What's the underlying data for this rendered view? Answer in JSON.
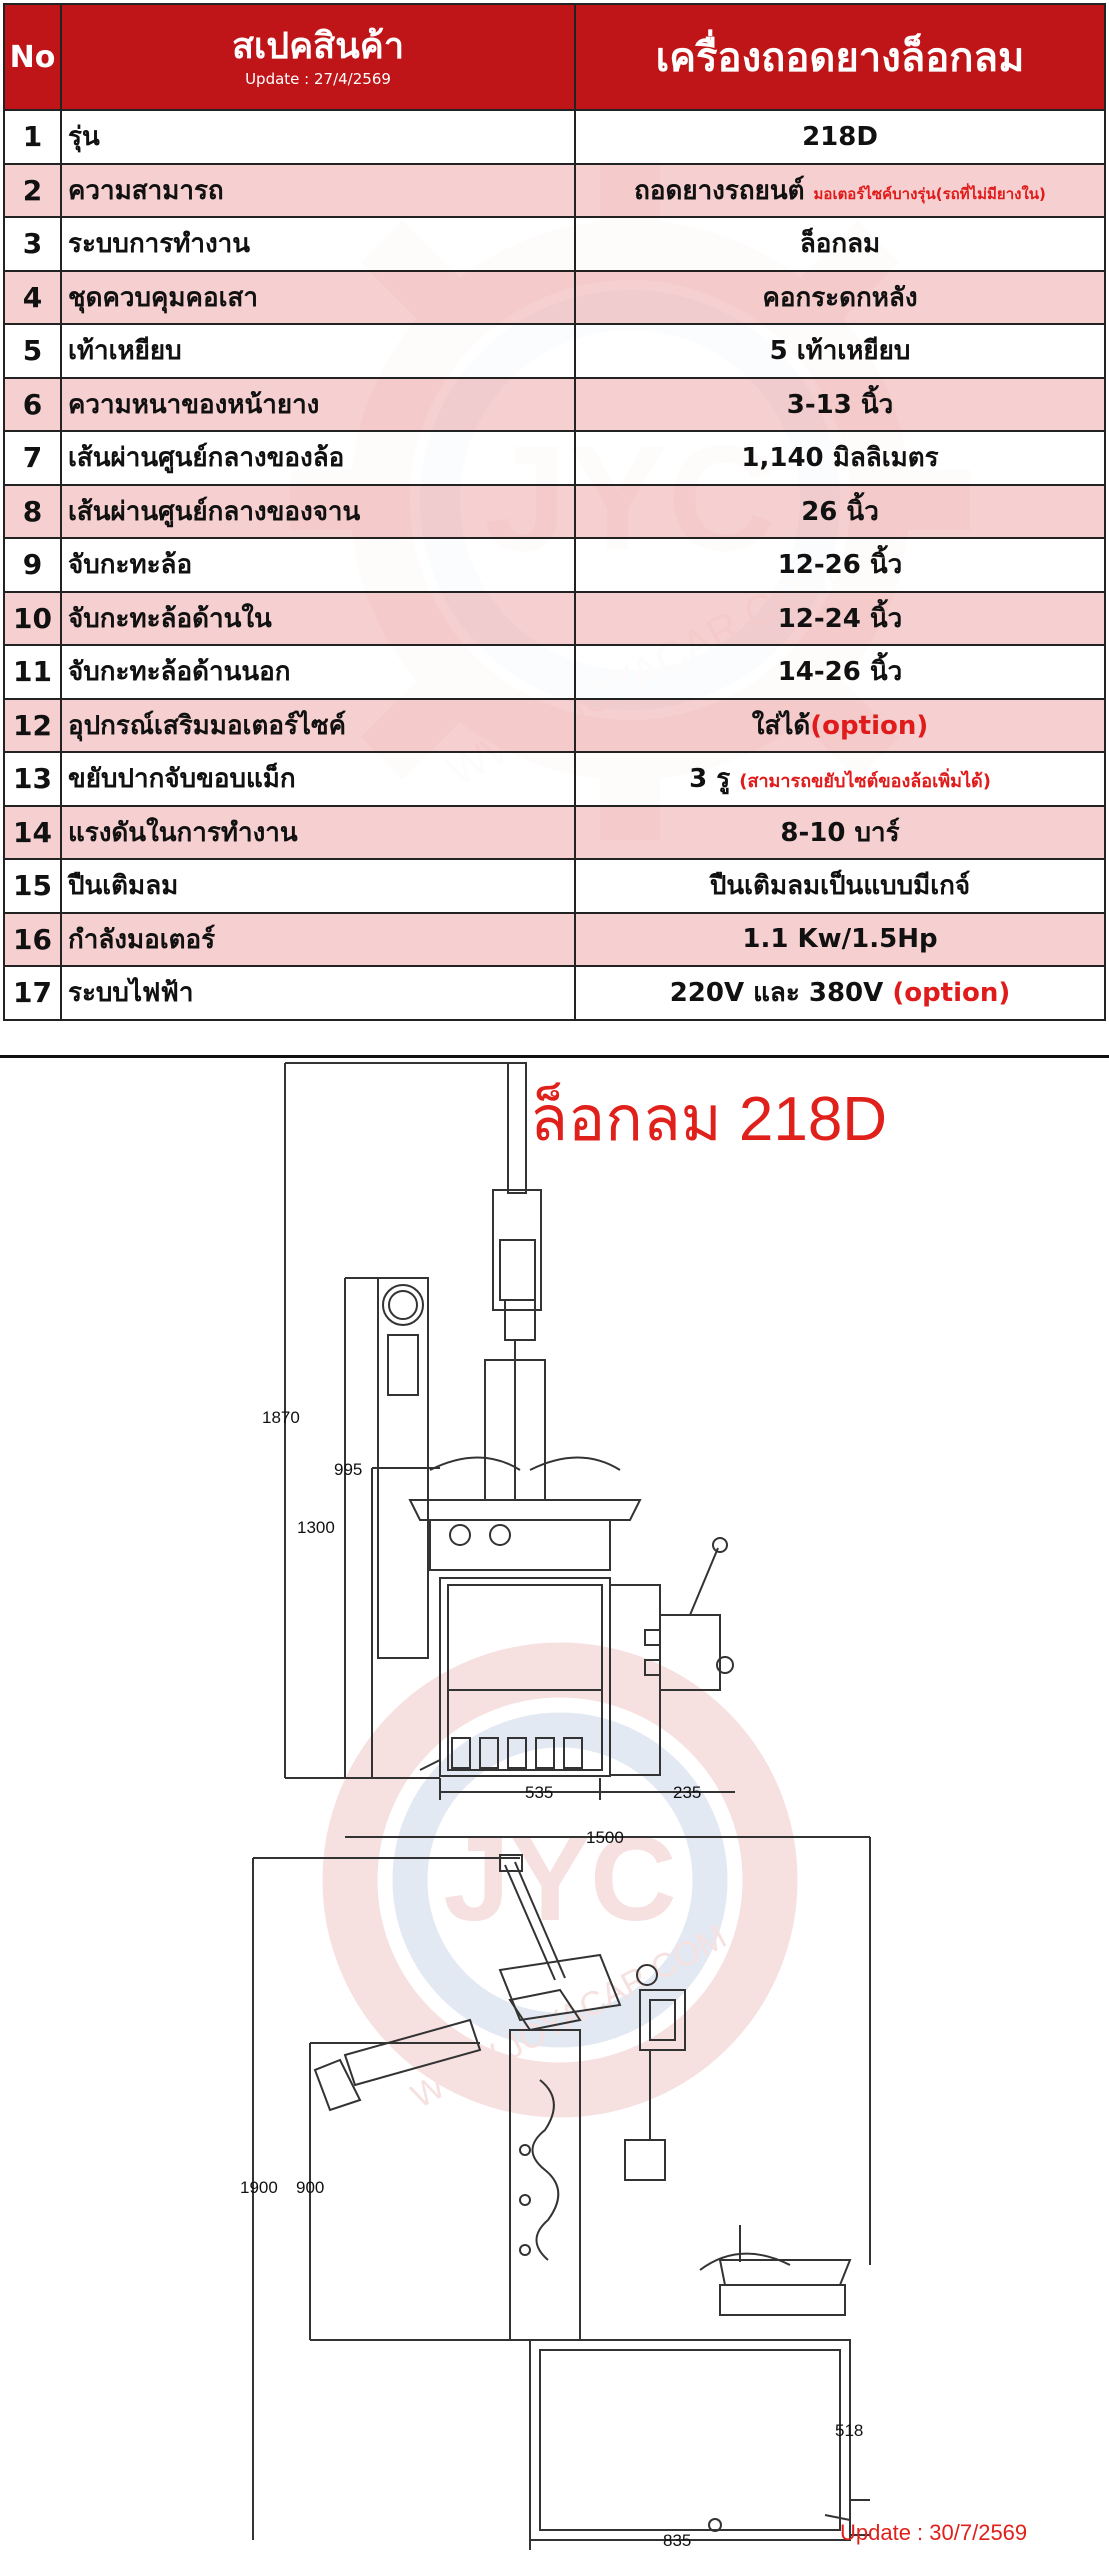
{
  "header": {
    "no_label": "No",
    "spec_title": "สเปคสินค้า",
    "update_text": "Update : 27/4/2569",
    "product_title": "เครื่องถอดยางล็อกลม"
  },
  "rows": [
    {
      "no": "1",
      "key": "รุ่น",
      "value": "218D"
    },
    {
      "no": "2",
      "key": "ความสามารถ",
      "value": "ถอดยางรถยนต์",
      "note": "มอเตอร์ไซค์บางรุ่น(รถที่ไม่มียางใน)"
    },
    {
      "no": "3",
      "key": "ระบบการทำงาน",
      "value": "ล็อกลม"
    },
    {
      "no": "4",
      "key": "ชุดควบคุมคอเสา",
      "value": "คอกระดกหลัง"
    },
    {
      "no": "5",
      "key": "เท้าเหยียบ",
      "value": "5 เท้าเหยียบ"
    },
    {
      "no": "6",
      "key": "ความหนาของหน้ายาง",
      "value": "3-13 นิ้ว"
    },
    {
      "no": "7",
      "key": "เส้นผ่านศูนย์กลางของล้อ",
      "value": "1,140 มิลลิเมตร"
    },
    {
      "no": "8",
      "key": "เส้นผ่านศูนย์กลางของจาน",
      "value": "26 นิ้ว"
    },
    {
      "no": "9",
      "key": "จับกะทะล้อ",
      "value": "12-26 นิ้ว"
    },
    {
      "no": "10",
      "key": "จับกะทะล้อด้านใน",
      "value": "12-24 นิ้ว"
    },
    {
      "no": "11",
      "key": "จับกะทะล้อด้านนอก",
      "value": "14-26 นิ้ว"
    },
    {
      "no": "12",
      "key": "อุปกรณ์เสริมมอเตอร์ไซค์",
      "value": "ใส่ได้",
      "note": "(option)"
    },
    {
      "no": "13",
      "key": "ขยับปากจับขอบแม็ก",
      "value": "3 รู",
      "note": "(สามารถขยับไซต์ของล้อเพิ่มได้)"
    },
    {
      "no": "14",
      "key": "แรงดันในการทำงาน",
      "value": "8-10 บาร์"
    },
    {
      "no": "15",
      "key": "ปืนเติมลม",
      "value": "ปืนเติมลมเป็นแบบมีเกจ์"
    },
    {
      "no": "16",
      "key": "กำลังมอเตอร์",
      "value": "1.1 Kw/1.5Hp"
    },
    {
      "no": "17",
      "key": "ระบบไฟฟ้า",
      "value": "220V และ 380V",
      "note": "(option)"
    }
  ],
  "drawing": {
    "model_title": "ล็อกลม 218D",
    "front_dims": {
      "height_total": "1870",
      "height_mid": "1300",
      "height_panel": "995",
      "base_width": "535",
      "side_offset": "235"
    },
    "side_dims": {
      "width_total": "1500",
      "height_total": "1900",
      "height_mid": "900",
      "base_height": "518",
      "base_width": "835"
    },
    "update_text": "Update : 30/7/2569"
  },
  "watermark": {
    "text": "WWW.JOYACAR.COM",
    "letters": "JYC"
  },
  "colors": {
    "header_red": "#c01518",
    "row_pink": "#f4c4c4",
    "accent_red": "#e01b1b"
  }
}
